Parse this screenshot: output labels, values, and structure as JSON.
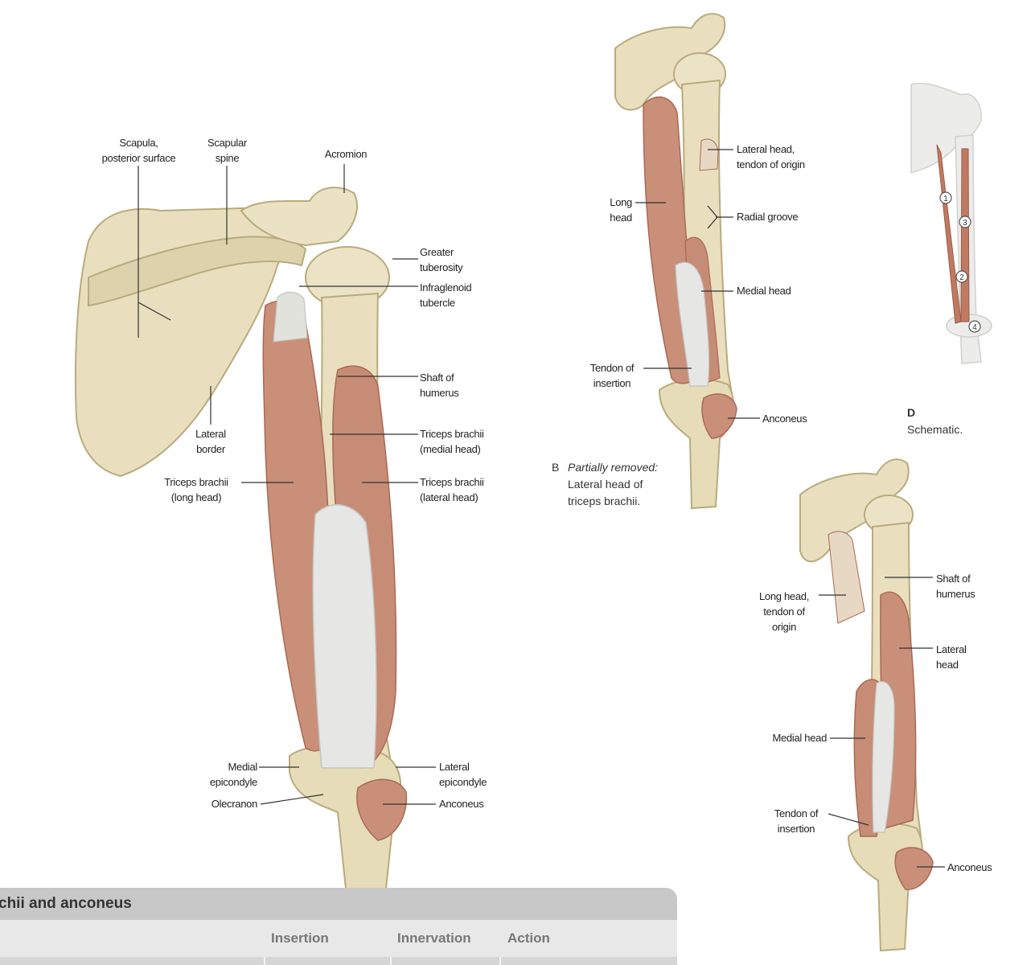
{
  "figure_a": {
    "labels": {
      "scapula": "Scapula,\nposterior surface",
      "scapular_spine": "Scapular\nspine",
      "acromion": "Acromion",
      "greater_tuberosity": "Greater\ntuberosity",
      "infraglenoid_tubercle": "Infraglenoid\ntubercle",
      "shaft_of_humerus": "Shaft of\nhumerus",
      "lateral_border": "Lateral\nborder",
      "triceps_medial": "Triceps brachii\n(medial head)",
      "triceps_long": "Triceps brachii\n(long head)",
      "triceps_lateral": "Triceps brachii\n(lateral head)",
      "medial_epicondyle": "Medial\nepicondyle",
      "olecranon": "Olecranon",
      "lateral_epicondyle": "Lateral\nepicondyle",
      "anconeus": "Anconeus"
    }
  },
  "figure_b": {
    "labels": {
      "lateral_head_tendon": "Lateral head,\ntendon of origin",
      "long_head": "Long\nhead",
      "radial_groove": "Radial groove",
      "medial_head": "Medial head",
      "tendon_of_insertion": "Tendon of\ninsertion",
      "anconeus": "Anconeus"
    },
    "caption_letter": "B",
    "caption_italic": "Partially removed:",
    "caption_rest": "Lateral head of\ntriceps brachii."
  },
  "figure_c": {
    "labels": {
      "shaft_of_humerus": "Shaft of\nhumerus",
      "long_head_tendon": "Long head,\ntendon of\norigin",
      "lateral_head": "Lateral\nhead",
      "medial_head": "Medial head",
      "tendon_of_insertion": "Tendon of\ninsertion",
      "anconeus": "Anconeus"
    }
  },
  "figure_d": {
    "caption_letter": "D",
    "caption_text": "Schematic.",
    "markers": [
      "1",
      "3",
      "2",
      "4"
    ]
  },
  "table": {
    "title": "chii and anconeus",
    "columns": [
      "Insertion",
      "Innervation",
      "Action"
    ]
  },
  "colors": {
    "bone": "#e9dfbe",
    "bone_shadow": "#cbbf95",
    "muscle": "#c98f78",
    "muscle_dark": "#a96a56",
    "tendon": "#e6e6e4"
  }
}
